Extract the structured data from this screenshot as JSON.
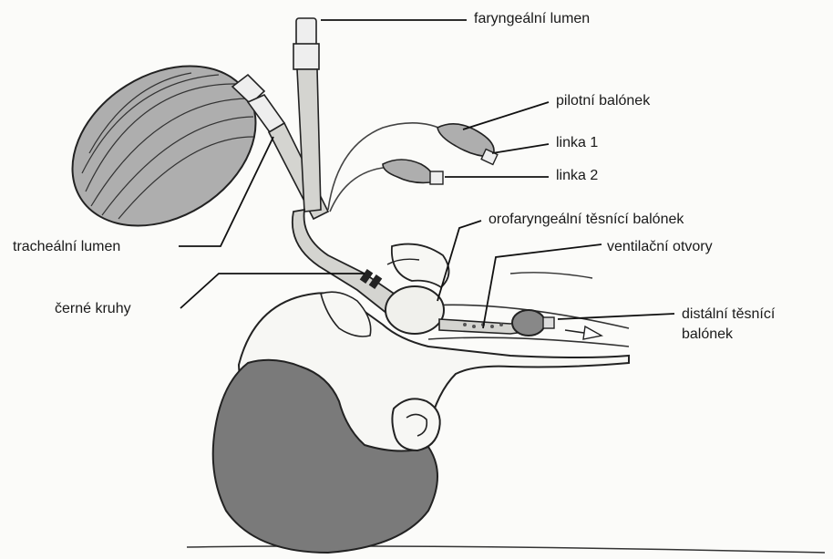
{
  "labels": {
    "faryngealni_lumen": "faryngeální lumen",
    "pilotni_balonek": "pilotní balónek",
    "linka_1": "linka 1",
    "linka_2": "linka 2",
    "trachealni_lumen": "tracheální lumen",
    "orofaryngealni_tesnici_balonek": "orofaryngeální těsnící balónek",
    "ventilacni_otvory": "ventilační otvory",
    "cerne_kruhy": "černé kruhy",
    "distalni_tesnici_line1": "distální těsnící",
    "distalni_tesnici_line2": "balónek"
  },
  "colors": {
    "ink": "#1a1a1a",
    "hair": "#7a7a7a",
    "skin": "#f7f7f4",
    "bag": "#aeaeae",
    "tube": "#d4d4d0"
  }
}
